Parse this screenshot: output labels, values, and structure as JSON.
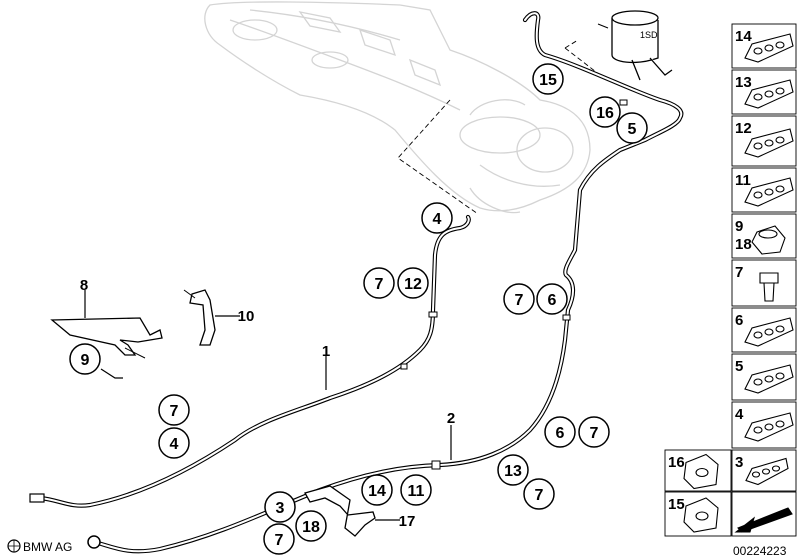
{
  "callouts": [
    "15",
    "16",
    "5",
    "4",
    "7",
    "12",
    "7",
    "6",
    "9",
    "7",
    "4",
    "6",
    "7",
    "13",
    "7",
    "14",
    "11",
    "3",
    "18",
    "7"
  ],
  "plain_labels": [
    "8",
    "10",
    "1",
    "2",
    "17"
  ],
  "side_panel": [
    "14",
    "13",
    "12",
    "11",
    "9",
    "18",
    "7",
    "6",
    "5",
    "4",
    "3",
    "16",
    "15"
  ],
  "footer": {
    "logo": "BMW AG",
    "code": "00224223"
  }
}
